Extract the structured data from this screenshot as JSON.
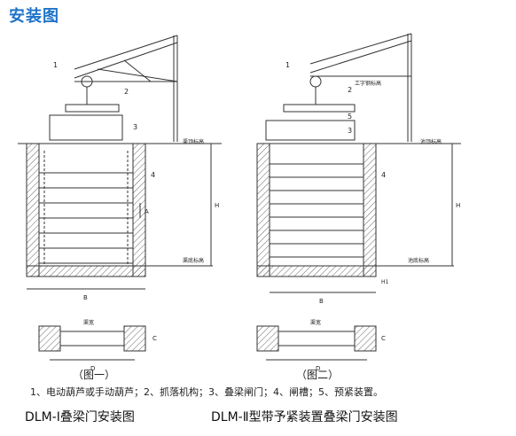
{
  "title": "安装图",
  "captions": {
    "fig1": "（图一）",
    "fig2": "（图二）"
  },
  "legend": "1、电动葫芦或手动葫芦；2、抓落机构；3、叠梁闸门；4、闸槽；5、预紧装置。",
  "models": {
    "left": "DLM-Ⅰ叠梁门安装图",
    "right": "DLM-Ⅱ型带予紧装置叠梁门安装图"
  },
  "labels": {
    "num1": "1",
    "num2": "2",
    "num3": "3",
    "num4": "4",
    "num5": "5",
    "dimA": "A",
    "dimB": "B",
    "dimH": "H",
    "dimC": "C",
    "dimD": "D",
    "dimH1": "H1",
    "top_elev_1": "渠顶标高",
    "bottom_elev_1": "渠底标高",
    "top_elev_2": "池顶标高",
    "bottom_elev_2": "池底标高",
    "beam_elev": "工字钢标高",
    "plan_width": "渠宽",
    "plan_width2": "渠宽"
  },
  "colors": {
    "title": "#1e73c8",
    "line": "#333333",
    "hatch": "#555555"
  }
}
